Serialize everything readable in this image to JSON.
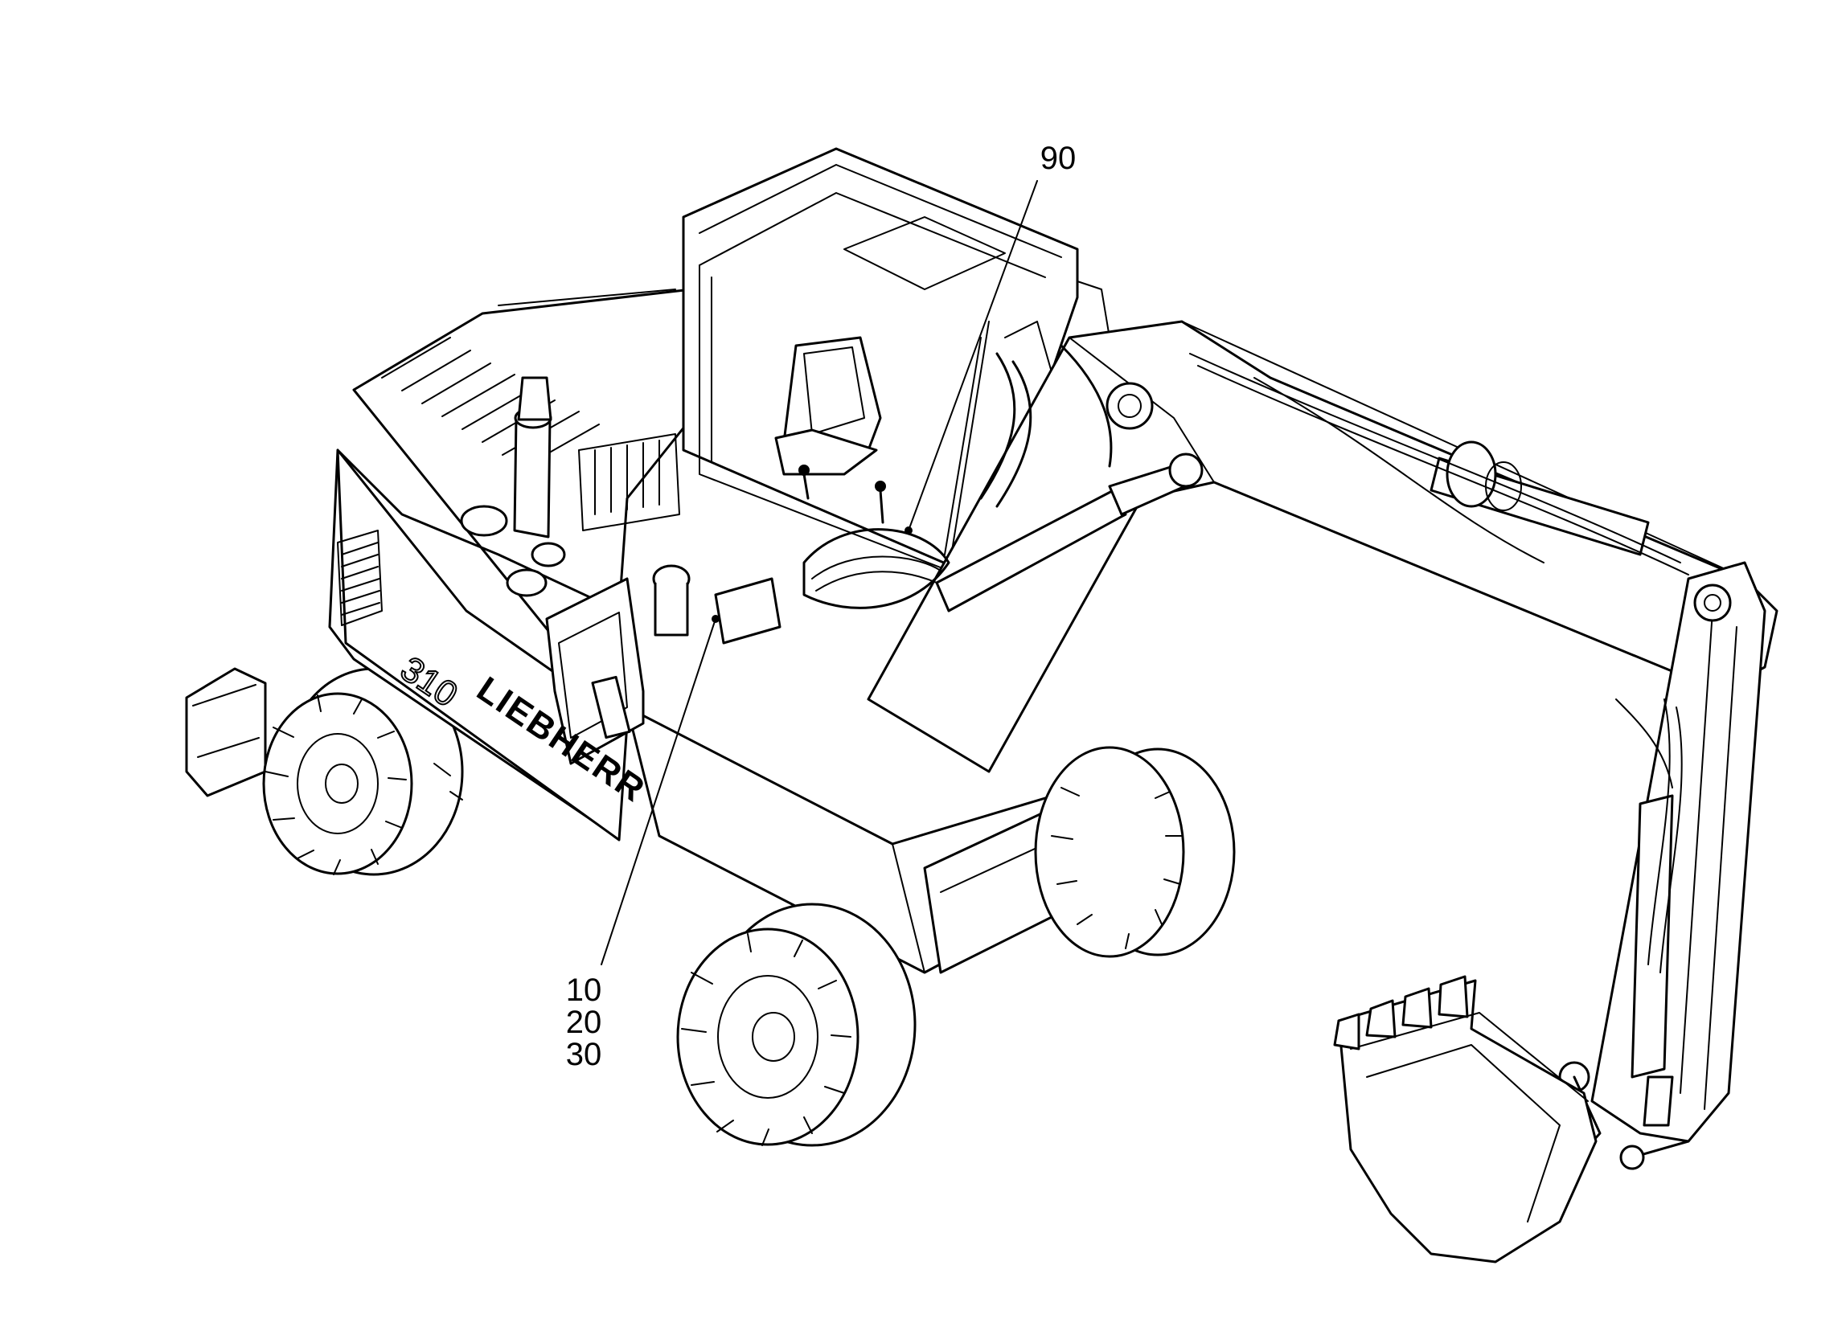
{
  "diagram": {
    "brand_text": "LIEBHERR",
    "model_text": "310",
    "callouts": [
      {
        "id": "top",
        "lines": [
          "90"
        ]
      },
      {
        "id": "bottom",
        "lines": [
          "10",
          "20",
          "30"
        ]
      }
    ]
  },
  "colors": {
    "ink": "#000000",
    "paper": "#ffffff"
  }
}
